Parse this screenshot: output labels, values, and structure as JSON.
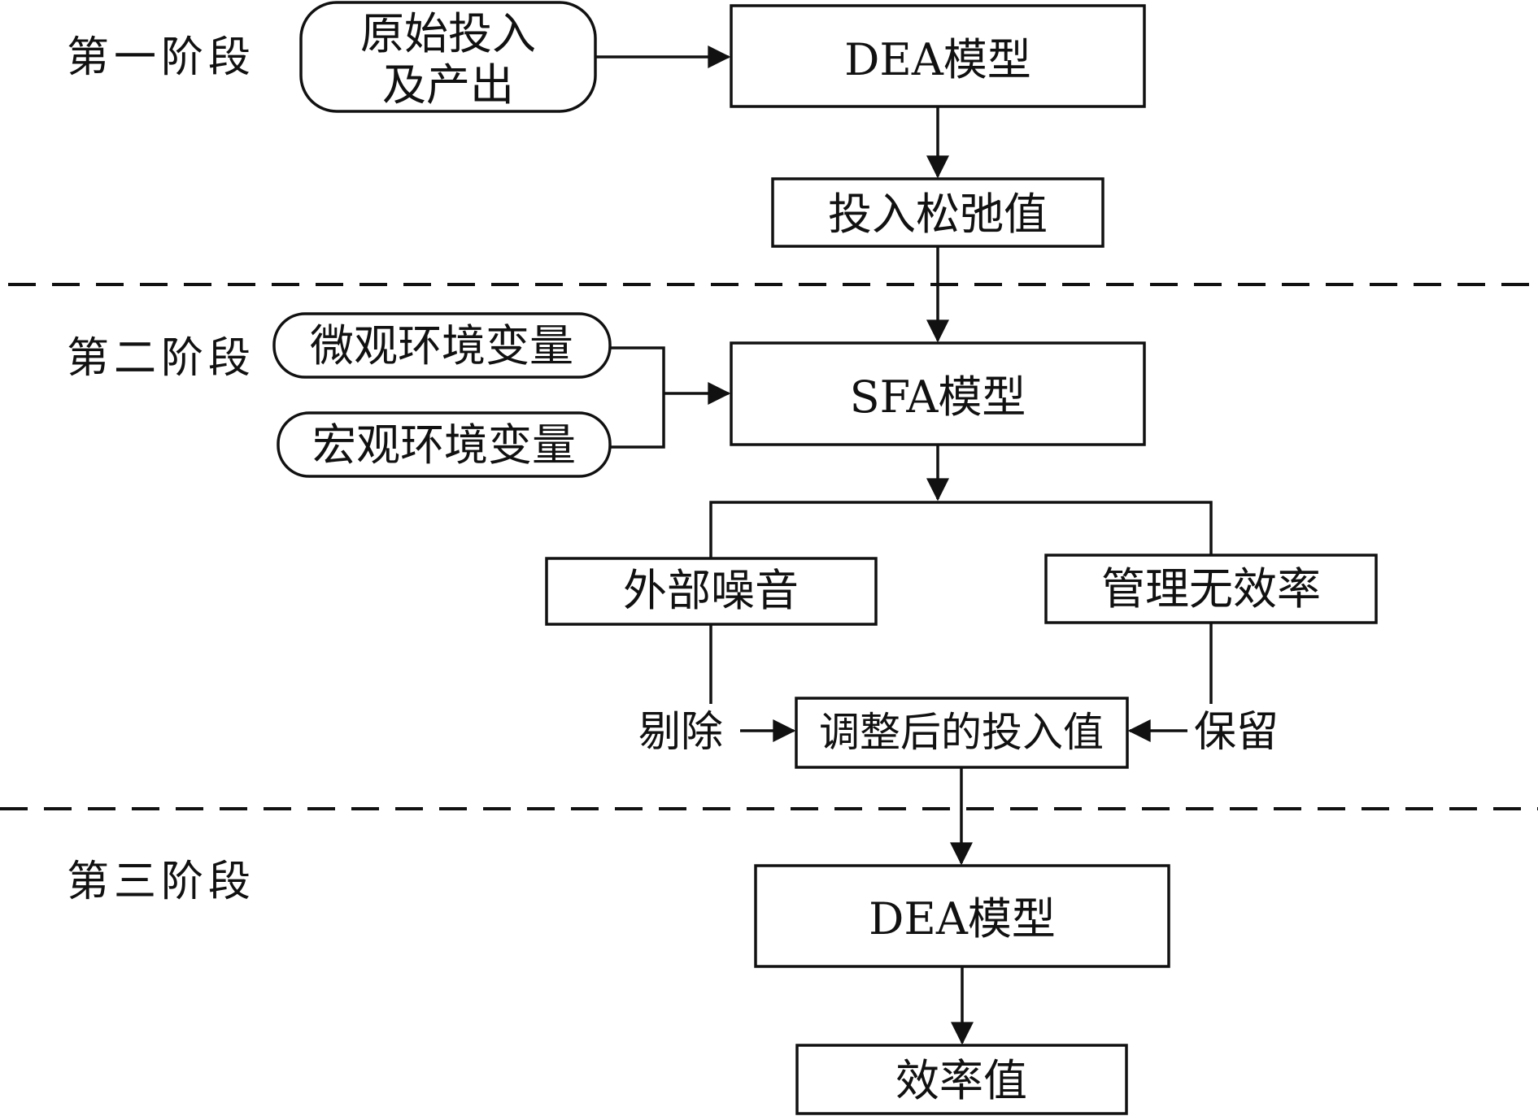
{
  "stages": {
    "one": "第一阶段",
    "two": "第二阶段",
    "three": "第三阶段"
  },
  "nodes": {
    "raw_io_line1": "原始投入",
    "raw_io_line2": "及产出",
    "dea_model_1": "DEA模型",
    "input_slack": "投入松弛值",
    "micro_env": "微观环境变量",
    "macro_env": "宏观环境变量",
    "sfa_model": "SFA模型",
    "external_noise": "外部噪音",
    "managerial_inefficiency": "管理无效率",
    "adjusted_input": "调整后的投入值",
    "dea_model_2": "DEA模型",
    "efficiency_value": "效率值"
  },
  "edge_labels": {
    "remove": "剔除",
    "retain": "保留"
  }
}
